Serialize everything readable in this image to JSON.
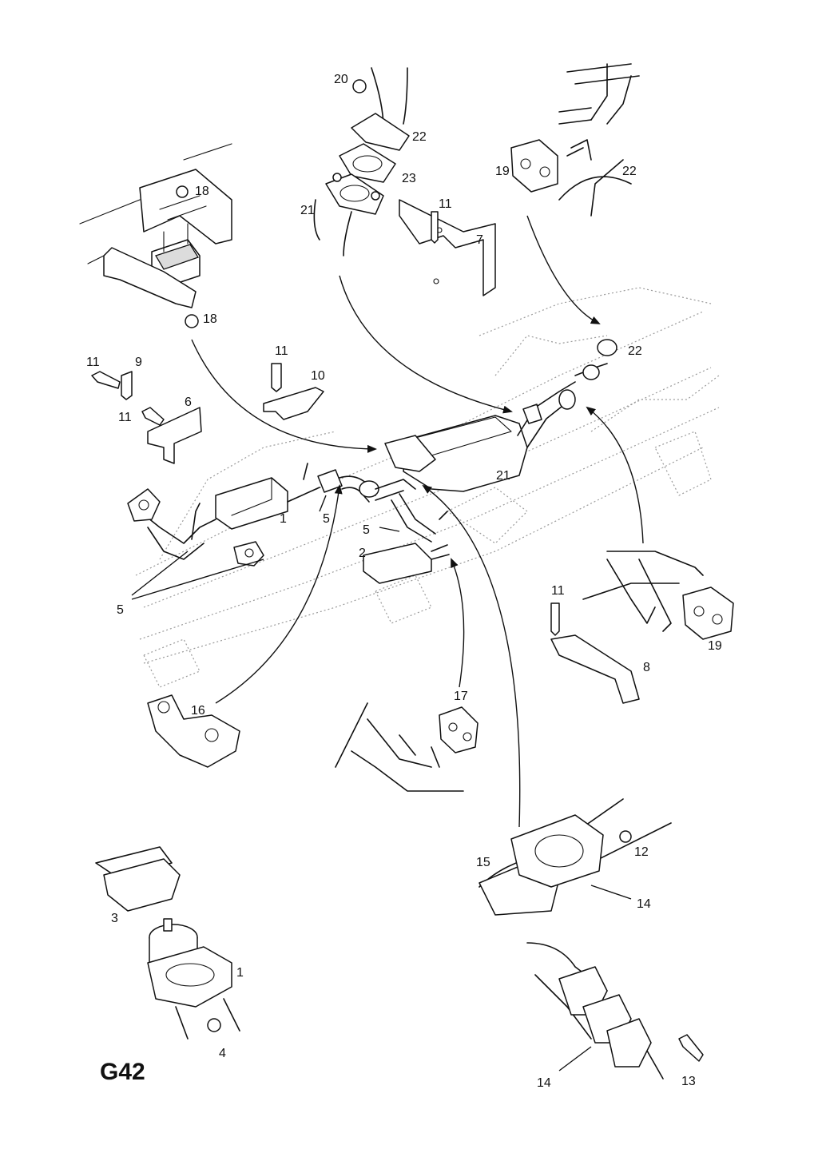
{
  "diagram_code": "G42",
  "callouts": {
    "c1a": "1",
    "c1b": "1",
    "c2": "2",
    "c3": "3",
    "c4": "4",
    "c5a": "5",
    "c5b": "5",
    "c5c": "5",
    "c6": "6",
    "c7": "7",
    "c8": "8",
    "c9": "9",
    "c10": "10",
    "c11a": "11",
    "c11b": "11",
    "c11c": "11",
    "c11d": "11",
    "c11e": "11",
    "c12": "12",
    "c13": "13",
    "c14a": "14",
    "c14b": "14",
    "c15": "15",
    "c16": "16",
    "c17": "17",
    "c18a": "18",
    "c18b": "18",
    "c19a": "19",
    "c19b": "19",
    "c20": "20",
    "c21a": "21",
    "c21b": "21",
    "c22a": "22",
    "c22b": "22",
    "c22c": "22",
    "c23": "23"
  }
}
